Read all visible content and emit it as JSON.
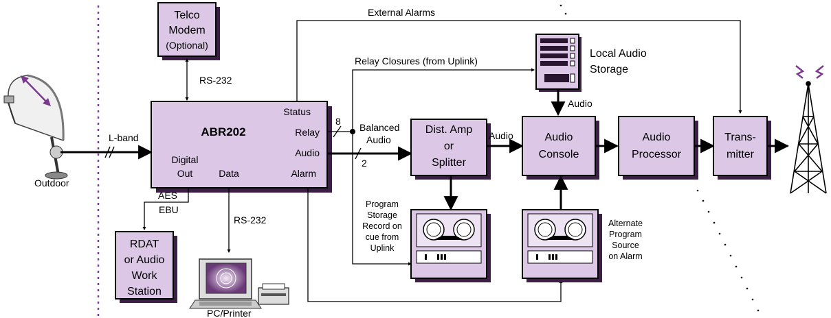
{
  "colors": {
    "box_fill": "#dcc8e6",
    "box_shadow": "#3c1e46",
    "accent": "#7a3b8f",
    "line": "#000000"
  },
  "labels": {
    "external_alarms": "External Alarms",
    "relay_closures": "Relay Closures (from Uplink)",
    "lband": "L-band",
    "outdoor": "Outdoor",
    "rs232_top": "RS-232",
    "rs232_bottom": "RS-232",
    "aes": "AES",
    "ebu": "EBU",
    "pc_printer": "PC/Printer",
    "bus_8": "8",
    "bus_2": "2",
    "balanced_audio_1": "Balanced",
    "balanced_audio_2": "Audio",
    "audio_da": "Audio",
    "audio_storage": "Audio",
    "program_storage": [
      "Program",
      "Storage",
      "Record on",
      "cue from",
      "Uplink"
    ],
    "alternate_source": [
      "Alternate",
      "Program",
      "Source",
      "on Alarm"
    ],
    "local_storage": [
      "Local Audio",
      "Storage"
    ]
  },
  "blocks": {
    "telco": [
      "Telco",
      "Modem",
      "(Optional)"
    ],
    "abr": {
      "title": "ABR202",
      "status": "Status",
      "relay": "Relay",
      "audio": "Audio",
      "alarm": "Alarm",
      "digital_out": [
        "Digital",
        "Out"
      ],
      "data": "Data"
    },
    "rdat": [
      "RDAT",
      "or Audio",
      "Work",
      "Station"
    ],
    "dist_amp": [
      "Dist. Amp",
      "or",
      "Splitter"
    ],
    "audio_console": [
      "Audio",
      "Console"
    ],
    "audio_processor": [
      "Audio",
      "Processor"
    ],
    "transmitter": [
      "Trans-",
      "mitter"
    ]
  },
  "icons": [
    "satellite-dish-icon",
    "storage-rack-icon",
    "tape-deck-icon",
    "computer-icon",
    "printer-icon",
    "radio-tower-icon"
  ]
}
